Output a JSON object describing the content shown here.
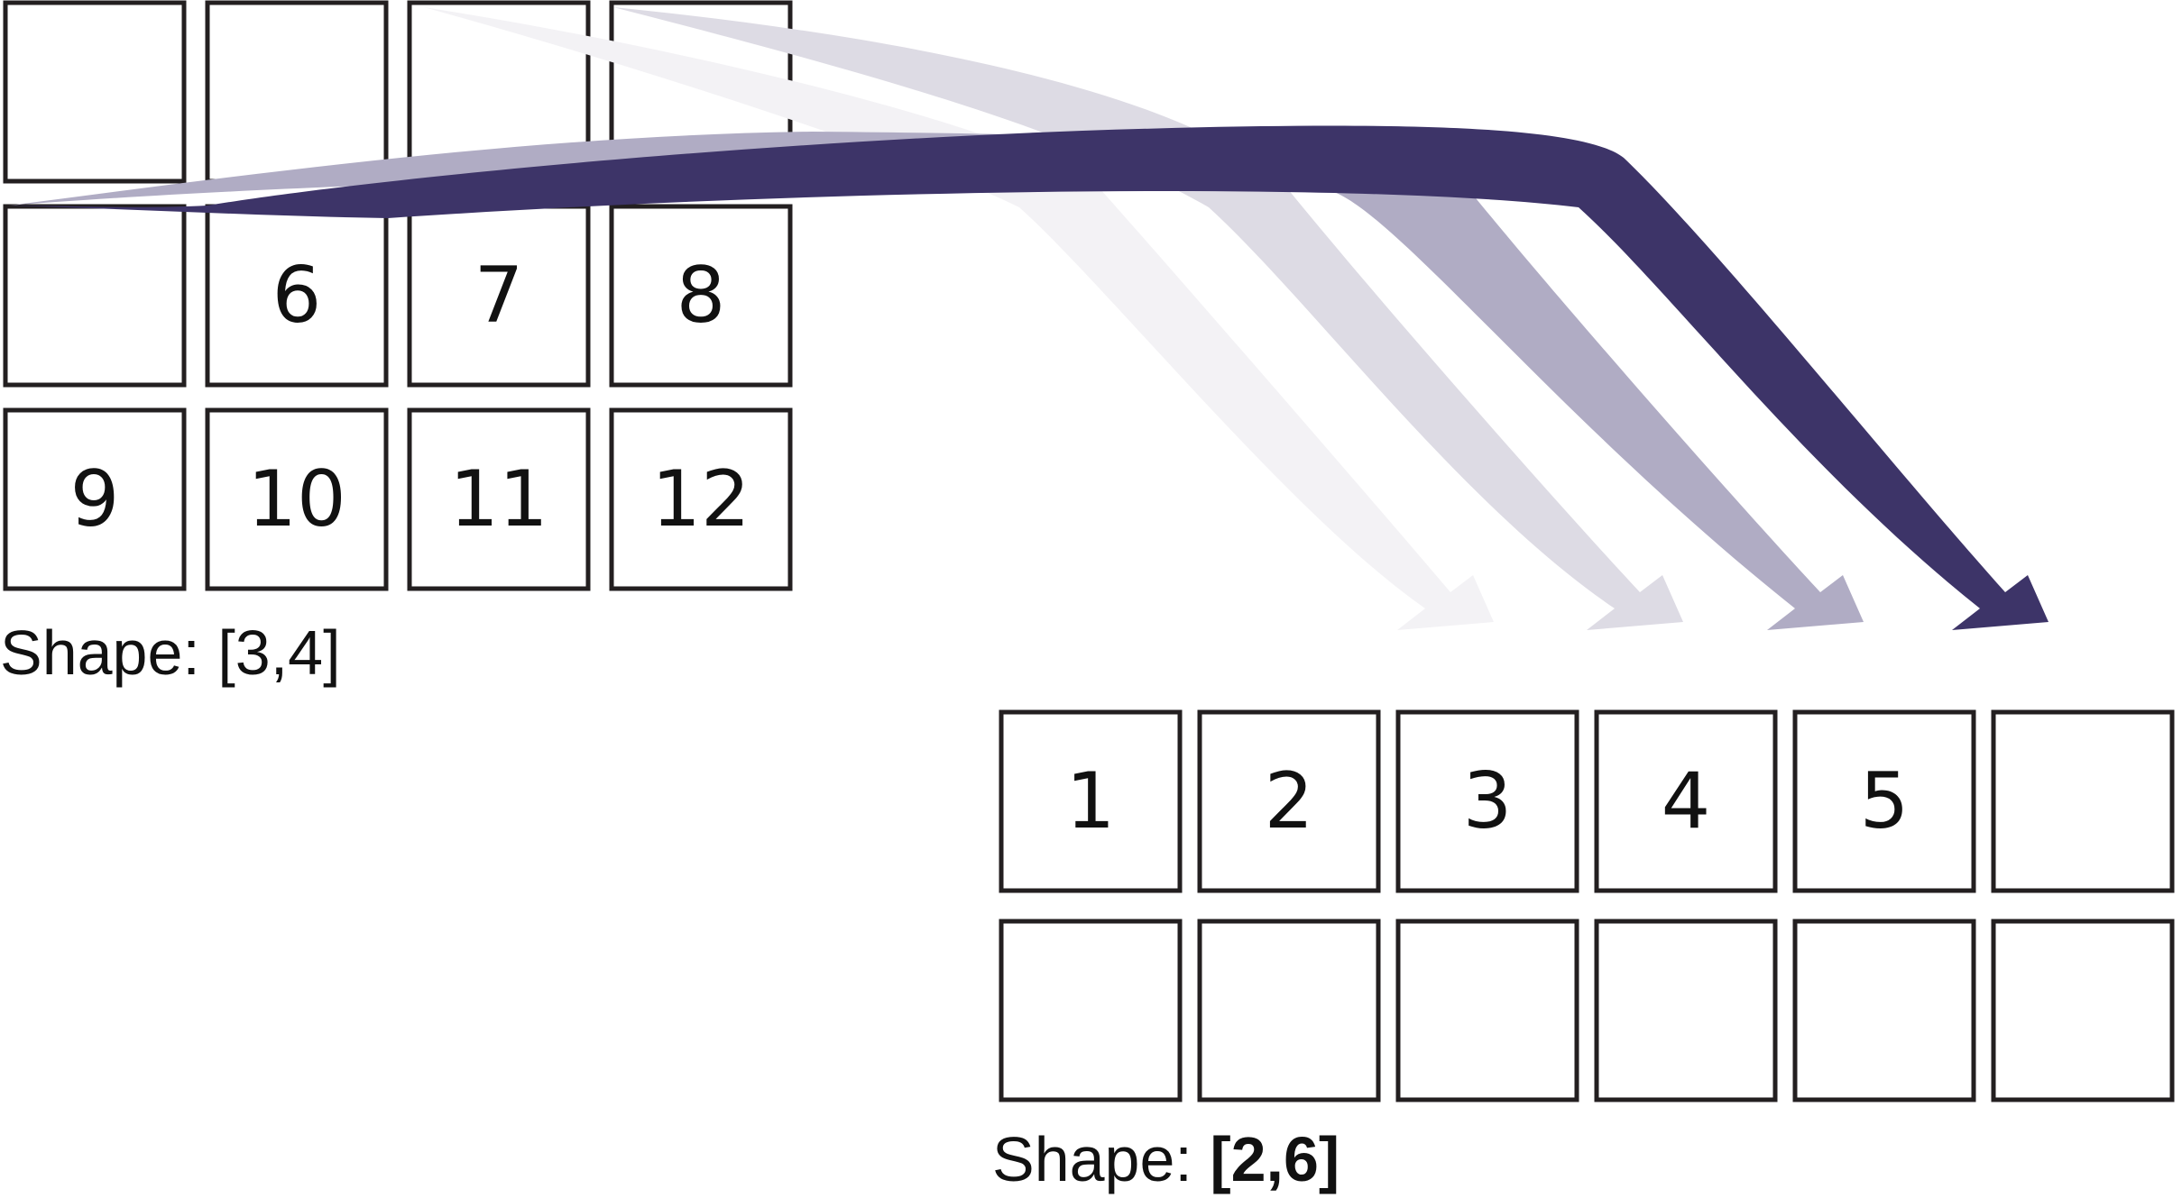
{
  "source_grid": {
    "rows": 3,
    "cols": 4,
    "cells": [
      [
        "",
        "",
        "",
        ""
      ],
      [
        "",
        "6",
        "7",
        "8"
      ],
      [
        "9",
        "10",
        "11",
        "12"
      ]
    ],
    "shape_prefix": "Shape: ",
    "shape_value": "[3,4]"
  },
  "target_grid": {
    "rows": 2,
    "cols": 6,
    "cells": [
      [
        "1",
        "2",
        "3",
        "4",
        "5",
        ""
      ],
      [
        "",
        "",
        "",
        "",
        "",
        ""
      ]
    ],
    "shape_prefix": "Shape: ",
    "shape_value": "[2,6]"
  },
  "arrows": [
    {
      "from_cell": [
        0,
        2
      ],
      "to_cell": [
        0,
        2
      ],
      "color": "#f3f2f5"
    },
    {
      "from_cell": [
        0,
        3
      ],
      "to_cell": [
        0,
        3
      ],
      "color": "#dddbe4"
    },
    {
      "from_cell": [
        1,
        0
      ],
      "to_cell": [
        0,
        4
      ],
      "color": "#b0acc4"
    },
    {
      "from_cell": [
        1,
        1
      ],
      "to_cell": [
        0,
        5
      ],
      "color": "#3d3468"
    }
  ],
  "colors": {
    "cell_border": "#231f20",
    "text": "#111111"
  }
}
